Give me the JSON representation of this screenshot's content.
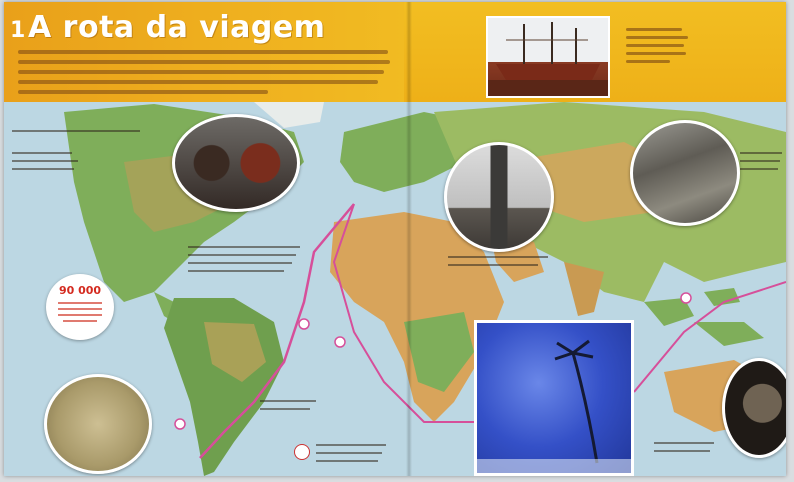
{
  "page": {
    "marker": "1",
    "title": "A rota da viagem"
  },
  "map": {
    "callout_number": "90 000"
  },
  "colors": {
    "header": "#efb11f",
    "title": "#ffffff",
    "route": "#d64f9a",
    "ocean": "#bcd7e3",
    "land_green": "#7fae5a",
    "land_desert": "#d8a45b",
    "callout": "#d42a1f"
  },
  "icons": [
    "ship-icon"
  ]
}
